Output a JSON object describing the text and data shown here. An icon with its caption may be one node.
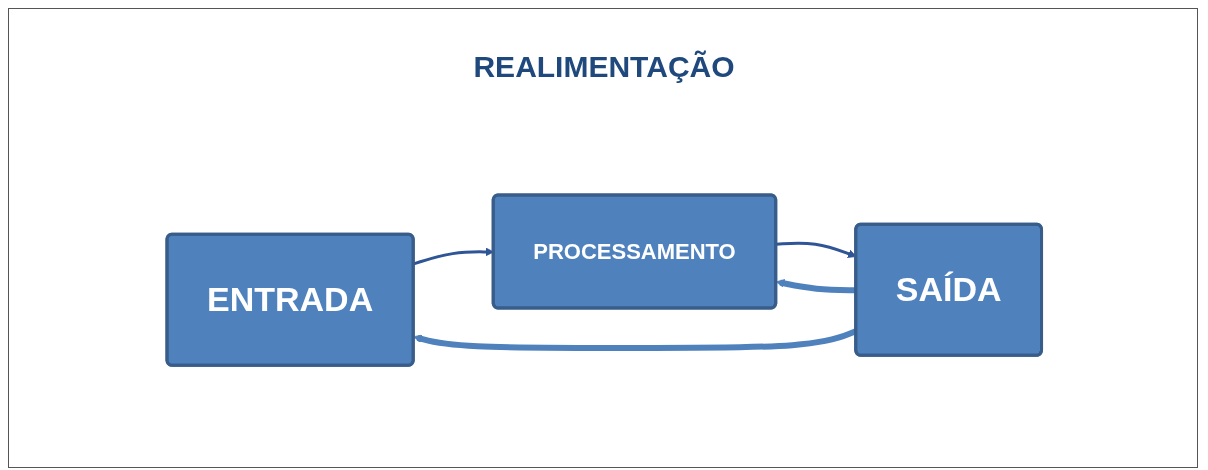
{
  "diagram": {
    "nodes": [
      {
        "text": [
          "ENTRADA"
        ]
      },
      {
        "text": [
          "PROCESSAMENTO"
        ]
      },
      {
        "text": [
          "SAÍDA"
        ]
      }
    ],
    "edges": [
      {
        "from": 0,
        "to": 1,
        "arrow": "to",
        "color": "#2f5597"
      },
      {
        "from": 1,
        "to": 2,
        "arrow": "to",
        "color": "#2f5597"
      },
      {
        "from": 2,
        "to": 0,
        "arrow": "to",
        "style": "thick"
      },
      {
        "from": 2,
        "to": 1,
        "arrow": "to",
        "style": "thick"
      }
    ],
    "labels": [
      "REALIMENTAÇÃO"
    ]
  }
}
